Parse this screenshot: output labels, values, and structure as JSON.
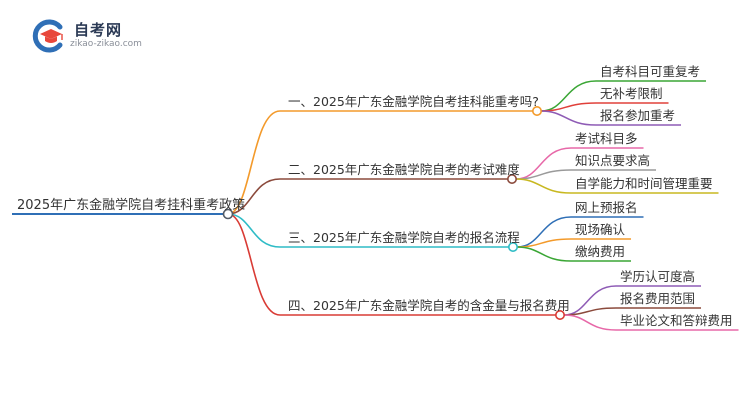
{
  "logo": {
    "title": "自考网",
    "url": "zikao-zikao.com",
    "icon": "graduation-cap-icon",
    "colors": {
      "primary": "#2f6fb6",
      "accent": "#e8473b"
    }
  },
  "mindmap": {
    "root": {
      "label": "2025年广东金融学院自考挂科重考政策",
      "color": "#2f6fb6"
    },
    "branches": [
      {
        "label": "一、2025年广东金融学院自考挂科能重考吗?",
        "color": "#f39a2b",
        "children": [
          {
            "label": "自考科目可重复考",
            "color": "#3aa635"
          },
          {
            "label": "无补考限制",
            "color": "#e0403a"
          },
          {
            "label": "报名参加重考",
            "color": "#8e5bb5"
          }
        ]
      },
      {
        "label": "二、2025年广东金融学院自考的考试难度",
        "color": "#8b4a3c",
        "children": [
          {
            "label": "考试科目多",
            "color": "#e768a8"
          },
          {
            "label": "知识点要求高",
            "color": "#9a9a9a"
          },
          {
            "label": "自学能力和时间管理重要",
            "color": "#c8b820"
          }
        ]
      },
      {
        "label": "三、2025年广东金融学院自考的报名流程",
        "color": "#2fbcc6",
        "children": [
          {
            "label": "网上预报名",
            "color": "#2f6fb6"
          },
          {
            "label": "现场确认",
            "color": "#f39a2b"
          },
          {
            "label": "缴纳费用",
            "color": "#3aa635"
          }
        ]
      },
      {
        "label": "四、2025年广东金融学院自考的含金量与报名费用",
        "color": "#d93b35",
        "children": [
          {
            "label": "学历认可度高",
            "color": "#8e5bb5"
          },
          {
            "label": "报名费用范围",
            "color": "#8b4a3c"
          },
          {
            "label": "毕业论文和答辩费用",
            "color": "#e768a8"
          }
        ]
      }
    ]
  }
}
